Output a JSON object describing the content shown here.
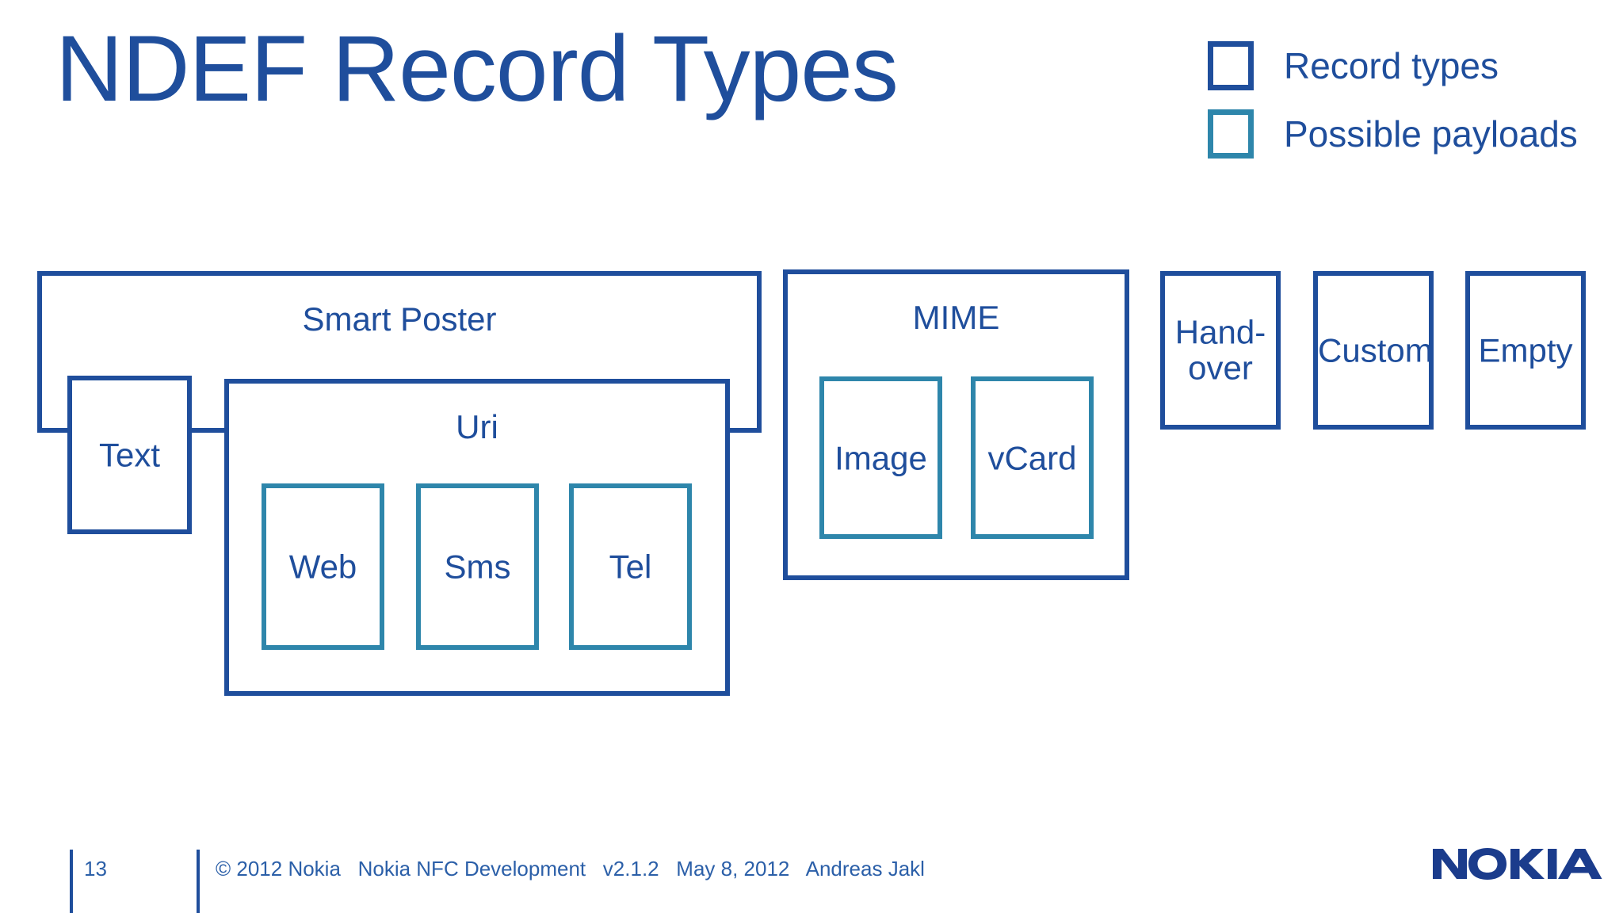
{
  "slide": {
    "title": "NDEF Record Types"
  },
  "legend": {
    "items": [
      {
        "label": "Record types",
        "color": "#1F4E9C",
        "swatch": "navy"
      },
      {
        "label": "Possible payloads",
        "color": "#2E86AB",
        "swatch": "teal"
      }
    ]
  },
  "diagram": {
    "record_types": [
      {
        "name": "Smart Poster",
        "kind": "record-type",
        "color": "#1F4E9C",
        "children": [
          {
            "name": "Text",
            "kind": "record-type",
            "color": "#1F4E9C",
            "children": []
          },
          {
            "name": "Uri",
            "kind": "record-type",
            "color": "#1F4E9C",
            "children": [
              {
                "name": "Web",
                "kind": "payload",
                "color": "#2E86AB"
              },
              {
                "name": "Sms",
                "kind": "payload",
                "color": "#2E86AB"
              },
              {
                "name": "Tel",
                "kind": "payload",
                "color": "#2E86AB"
              }
            ]
          }
        ]
      },
      {
        "name": "MIME",
        "kind": "record-type",
        "color": "#1F4E9C",
        "children": [
          {
            "name": "Image",
            "kind": "payload",
            "color": "#2E86AB"
          },
          {
            "name": "vCard",
            "kind": "payload",
            "color": "#2E86AB"
          }
        ]
      },
      {
        "name": "Hand-",
        "name_line2": "over",
        "kind": "record-type",
        "color": "#1F4E9C",
        "children": []
      },
      {
        "name": "Custom",
        "kind": "record-type",
        "color": "#1F4E9C",
        "children": []
      },
      {
        "name": "Empty",
        "kind": "record-type",
        "color": "#1F4E9C",
        "children": []
      }
    ],
    "labels": {
      "smart_poster": "Smart Poster",
      "text": "Text",
      "uri": "Uri",
      "web": "Web",
      "sms": "Sms",
      "tel": "Tel",
      "mime": "MIME",
      "image": "Image",
      "vcard": "vCard",
      "handover_line1": "Hand-",
      "handover_line2": "over",
      "custom": "Custom",
      "empty": "Empty"
    }
  },
  "footer": {
    "page_number": "13",
    "text": "© 2012 Nokia   Nokia NFC Development   v2.1.2   May 8, 2012   Andreas Jakl",
    "logo_text": "NOKIA"
  },
  "colors": {
    "navy": "#1F4E9C",
    "teal": "#2E86AB",
    "footer_blue": "#2B5FA8",
    "background": "#ffffff"
  }
}
